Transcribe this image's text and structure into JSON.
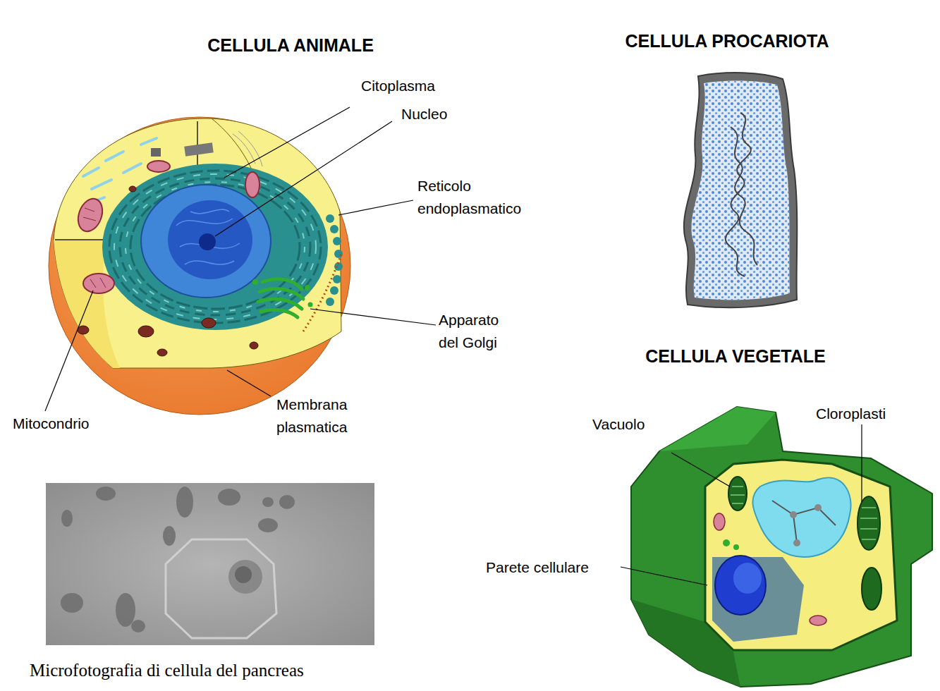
{
  "diagram": {
    "labels": [
      "CELLULA ANIMALE",
      "CELLULA PROCARIOTA",
      "CELLULA VEGETALE",
      "Citoplasma",
      "Nucleo",
      "Reticolo endoplasmatico",
      "Apparato del Golgi",
      "Mitocondrio",
      "Membrana plasmatica",
      "Vacuolo",
      "Cloroplasti",
      "Parete cellulare",
      "Microfotografia di cellula del pancreas"
    ]
  }
}
